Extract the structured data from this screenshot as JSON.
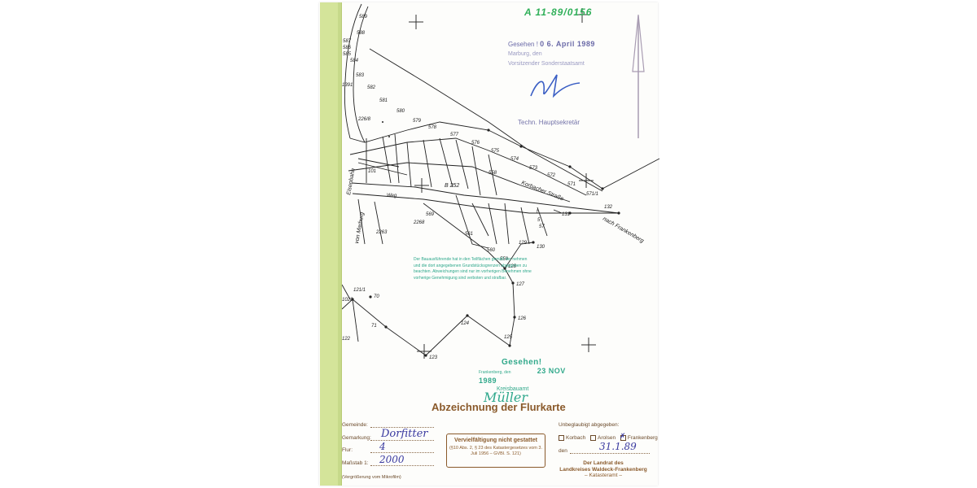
{
  "header": {
    "ref_mark": "A 11-89/0156"
  },
  "stamp_top": {
    "line1": "Gesehen !",
    "date": "0 6. April 1989",
    "line2": "Marburg, den",
    "line3": "Vorsitzender Sonderstaatsamt",
    "techn": "Techn. Hauptsekretär"
  },
  "map": {
    "street_korbacher": "Korbacher Straße",
    "street_frankenberg": "nach Frankenberg",
    "street_eisenbahn": "Eisenbahn",
    "street_marburg": "von Marburg",
    "parcel_labels": [
      "589",
      "588",
      "587",
      "586",
      "585",
      "584",
      "583",
      "582",
      "581",
      "580",
      "579",
      "578",
      "577",
      "576",
      "575",
      "574",
      "573",
      "572",
      "571",
      "571/1",
      "132",
      "131",
      "130",
      "129",
      "128",
      "127",
      "126",
      "125",
      "124",
      "123",
      "122",
      "121/1",
      "1028",
      "71",
      "70",
      "101",
      "2263",
      "2268",
      "226/8",
      "1391",
      "B 252",
      "Weg",
      "569",
      "561",
      "560",
      "559",
      "558",
      "1",
      "5",
      "57"
    ]
  },
  "note_green": "Der Bauausführende hat in den Teilflächen gemäß der nehmen und die dort angegebenen Grundstücksgrenzen abgegeben zu beachten. Abweichungen sind nur im vorherigen Benehmen ohne vorherige Genehmigung sind verboten und strafbar.",
  "stamp_bottom": {
    "line1": "Gesehen!",
    "line2": "Frankenberg, den",
    "date": "23 NOV 1989",
    "line3": "Kreisbauamt",
    "signature": "Müller"
  },
  "form": {
    "title": "Abzeichnung der Flurkarte",
    "gemeinde_label": "Gemeinde:",
    "gemeinde_value": "",
    "gemarkung_label": "Gemarkung:",
    "gemarkung_value": "Dorfitter",
    "flur_label": "Flur:",
    "flur_value": "4",
    "massstab_label": "Maßstab 1:",
    "massstab_value": "2000",
    "vergroesserung": "(Vergrößerung vom Mikrofilm)",
    "notice_title": "Vervielfältigung nicht gestattet",
    "notice_body": "(§10 Abs. 2, § 23 des Katastergesetzes vom 3. Juli 1956 – GVBl. S. 121)",
    "beglaubigt_label": "Unbeglaubigt abgegeben:",
    "opt_korbach": "Korbach",
    "opt_arolsen": "Arolsen",
    "opt_frankenberg": "Frankenberg",
    "den_label": "den",
    "den_value": "31.1.89",
    "landrat_line1": "Der Landrat des",
    "landrat_line2": "Landkreises Waldeck-Frankenberg",
    "landrat_line3": "– Katasteramt –"
  }
}
